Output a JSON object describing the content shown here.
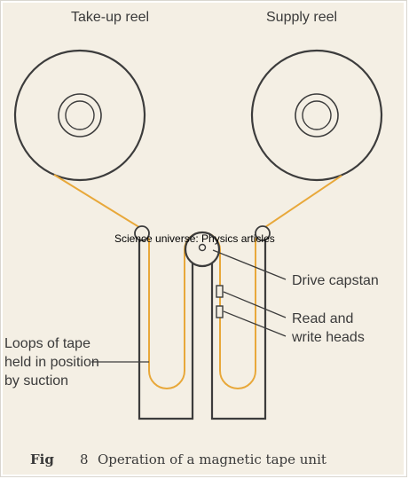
{
  "labels": {
    "take_up_reel": "Take-up reel",
    "supply_reel": "Supply reel",
    "drive_capstan": "Drive capstan",
    "read_write_line1": "Read and",
    "read_write_line2": "write heads",
    "loops_line1": "Loops of tape",
    "loops_line2": "held in position",
    "loops_line3": "by suction"
  },
  "watermark": "Science universe: Physics articles",
  "caption": {
    "fig": "Fig",
    "number": "8",
    "text": "Operation of a magnetic tape unit"
  },
  "colors": {
    "tape": "#e8a83a",
    "line": "#3c3c3c",
    "paper": "#f4efe4"
  }
}
